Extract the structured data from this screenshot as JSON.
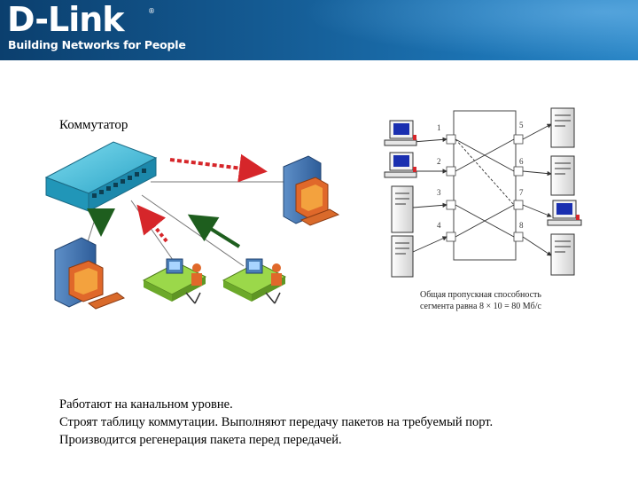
{
  "header": {
    "logo_text": "D-Link",
    "logo_reg": "®",
    "tagline": "Building Networks for People"
  },
  "slide": {
    "title": "Коммутатор",
    "description": [
      "Работают на канальном уровне.",
      "Строят таблицу коммутации. Выполняют передачу пакетов на требуемый порт.",
      "Производится регенерация пакета перед передачей."
    ]
  },
  "diagram": {
    "ports_left": [
      "1",
      "2",
      "3",
      "4"
    ],
    "ports_right": [
      "5",
      "6",
      "7",
      "8"
    ],
    "caption_lines": [
      "Общая пропускная способность",
      "сегмента равна 8 × 10 = 80 Мб/с"
    ]
  },
  "colors": {
    "banner": "#155d96",
    "switch_body": "#3fb6d4",
    "arrow_red": "#d6262a",
    "arrow_green": "#1e5e1e",
    "desk_green": "#8ccf3c"
  }
}
